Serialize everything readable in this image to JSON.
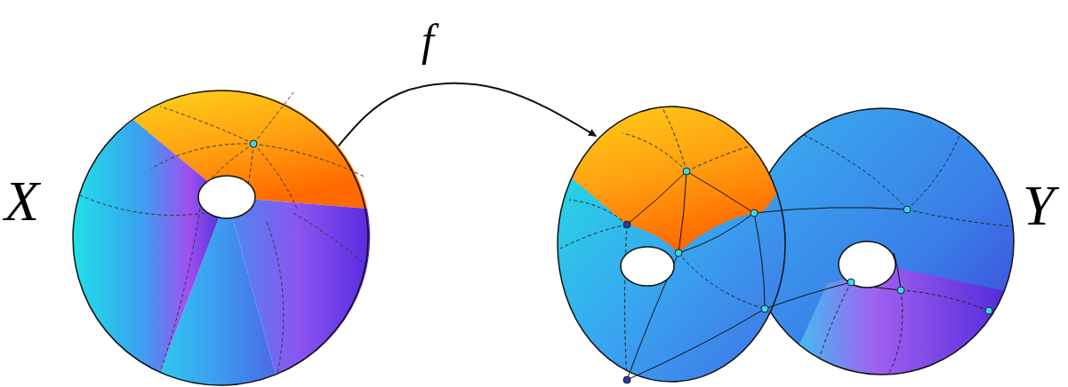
{
  "diagram": {
    "nodes": [
      {
        "text": [
          "X"
        ]
      },
      {
        "text": [
          "Y"
        ]
      }
    ],
    "edges": [
      {
        "from": 0,
        "to": 1,
        "arrow": "to",
        "label": "f"
      }
    ]
  }
}
